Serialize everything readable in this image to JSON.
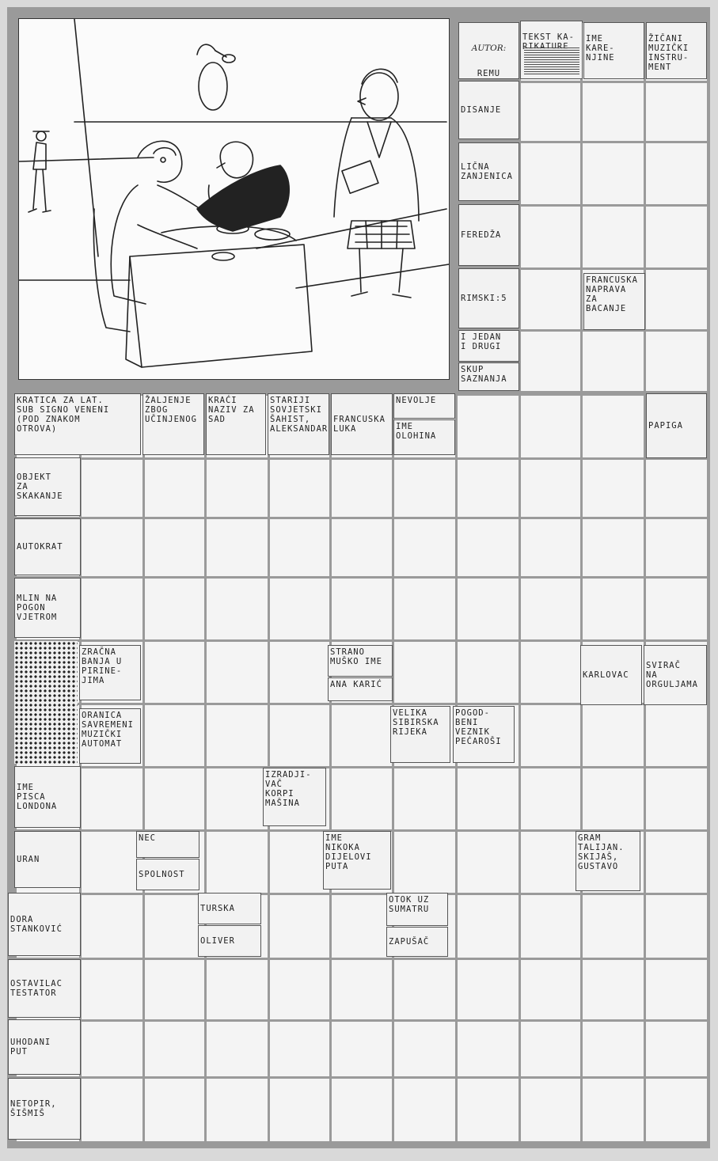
{
  "author": {
    "label": "AUTOR:",
    "name": "REMU"
  },
  "header_clues": [
    {
      "id": "tekst",
      "text": "TEKST KA-\nRIKATURE"
    },
    {
      "id": "ime-karenjine",
      "text": "IME\nKARE-\nNJINE"
    },
    {
      "id": "zicani",
      "text": "ŽIČANI\nMUZIČKI\nINSTRU-\nMENT"
    }
  ],
  "right_clues": {
    "disanje": "DISANJE",
    "licna": "LIČNA\nZANJENICA",
    "feredza": "FEREDŽA",
    "rimski": "RIMSKI:5",
    "i_jedan": "I JEDAN\nI DRUGI",
    "skup": "SKUP\nSAZNANJA",
    "francuska_naprava": "FRANCUSKA\nNAPRAVA\nZA\nBACANJE"
  },
  "top_row_clues": {
    "kratica": "KRATICA ZA LAT.\nSUB SIGNO VENENI\n(POD ZNAKOM\nOTROVA)",
    "zaljenje": "ŽALJENJE\nZBOG\nUČINJENOG",
    "kraci": "KRAĆI\nNAZIV ZA\nSAD",
    "stariji": "STARIJI\nSOVJETSKI\nŠAHIST,\nALEKSANDAR",
    "francuska_luka": "FRANCUSKA\nLUKA",
    "nevolje": "NEVOLJE",
    "ime_olonina": "IME\nOLOHINA",
    "papiga": "PAPIGA"
  },
  "left_clues": {
    "objekt": "OBJEKT\nZA\nSKAKANJE",
    "autokrat": "AUTOKRAT",
    "mlin": "MLIN NA\nPOGON\nVJETROM",
    "ime_pisca": "IME\nPISCA\nLONDONA",
    "uran": "URAN",
    "dora": "DORA\nSTANKOVIĆ",
    "ostavilac": "OSTAVILAC\nTESTATOR",
    "uhodani": "UHODANI\nPUT",
    "netopir": "NETOPIR,\nŠIŠMIŠ"
  },
  "inner_clues": {
    "zracna": "ZRAČNA\nBANJA U\nPIRINE-\nJIMA",
    "oranica": "ORANICA\nSAVREMENI\nMUZIČKI\nAUTOMAT",
    "strano": "STRANO\nMUŠKO IME",
    "ana_karic": "ANA KARIĆ",
    "velika": "VELIKA\nSIBIRSKA\nRIJEKA",
    "pogodbeni": "POGOD-\nBENI\nVEZNIK\nPEĆAROŠI",
    "karlovac": "KARLOVAC",
    "svirac": "SVIRAČ\nNA\nORGULJAMA",
    "izradjivac": "IZRADJI-\nVAČ\nKORPI\nMAŠINA",
    "nec": "NEC",
    "spolnost": "SPOLNOST",
    "ime_nikoka": "IME\nNIKOKA\nDIJELOVI\nPUTA",
    "gram": "GRAM\nTALIJAN.\nSKIJAŠ,\nGUSTAVO",
    "turska": "TURSKA",
    "oliver": "OLIVER",
    "otok": "OTOK UZ\nSUMATRU",
    "zapusac": "ZAPUŠAČ"
  }
}
